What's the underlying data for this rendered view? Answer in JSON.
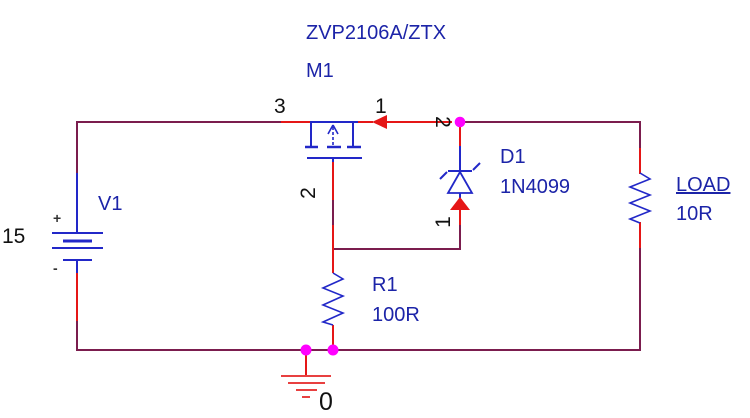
{
  "colors": {
    "wire": "#7b1d4e",
    "pin": "#e51616",
    "symbol": "#2228c8",
    "label": "#1c24a8",
    "junction": "#ff00ff",
    "ground": "#e84040",
    "pin_text": "#111111"
  },
  "mosfet": {
    "model": "ZVP2106A/ZTX",
    "ref": "M1",
    "pin_drain": "3",
    "pin_source": "1",
    "pin_gate": "2"
  },
  "zener": {
    "ref": "D1",
    "model": "1N4099",
    "pin_cathode": "2",
    "pin_anode": "1"
  },
  "battery": {
    "ref": "V1",
    "value": "15",
    "plus": "+",
    "minus": "-"
  },
  "resistor": {
    "ref": "R1",
    "value": "100R"
  },
  "load": {
    "ref": "LOAD",
    "value": "10R"
  },
  "ground": {
    "label": "0"
  }
}
